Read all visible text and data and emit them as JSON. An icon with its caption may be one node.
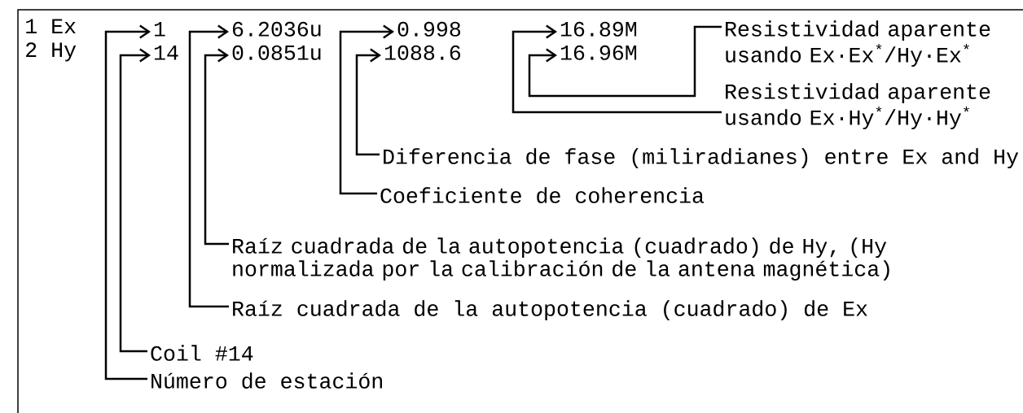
{
  "diagram": {
    "nodes": [
      {
        "text": [
          "1"
        ]
      },
      {
        "text": [
          "6.2036u"
        ]
      },
      {
        "text": [
          "0.998"
        ]
      },
      {
        "text": [
          "16.89M"
        ]
      },
      {
        "text": [
          "Resistividad aparente usando Ex·Ex$^{*}$/Hy·Ex$^{*}$"
        ]
      },
      {
        "text": [
          "14"
        ]
      },
      {
        "text": [
          "0.0851u"
        ]
      },
      {
        "text": [
          "1088.6"
        ]
      },
      {
        "text": [
          "16.96M"
        ]
      },
      {
        "text": [
          "Resistividad aparente usando Ex·Hy$^{*}$/Hy·Hy$^{*}$"
        ]
      },
      {
        "text": [
          "Diferencia de fase (miliradianes) entre Ex and Hy"
        ]
      },
      {
        "text": [
          "Coeficiente de coherencia"
        ]
      },
      {
        "text": [
          "Raíz cuadrada de la autopotencia (cuadrado) de Hy, (Hy normalizada por la calibración de la antena magnética)"
        ]
      },
      {
        "text": [
          "Raíz cuadrada de la autopotencia (cuadrado) de Ex"
        ]
      },
      {
        "text": [
          "Coil #14"
        ]
      },
      {
        "text": [
          "Número de estación"
        ]
      }
    ],
    "edges": [
      {
        "from": 15,
        "to": 0,
        "arrow": "to"
      },
      {
        "from": 14,
        "to": 5,
        "arrow": "to"
      },
      {
        "from": 13,
        "to": 1,
        "arrow": "to"
      },
      {
        "from": 12,
        "to": 6,
        "arrow": "to"
      },
      {
        "from": 11,
        "to": 2,
        "arrow": "to"
      },
      {
        "from": 10,
        "to": 7,
        "arrow": "to"
      },
      {
        "from": 9,
        "to": 3,
        "arrow": "to"
      },
      {
        "from": 4,
        "to": 8,
        "arrow": "to"
      }
    ],
    "labels": [
      "1 Ex",
      "2 Hy"
    ]
  }
}
